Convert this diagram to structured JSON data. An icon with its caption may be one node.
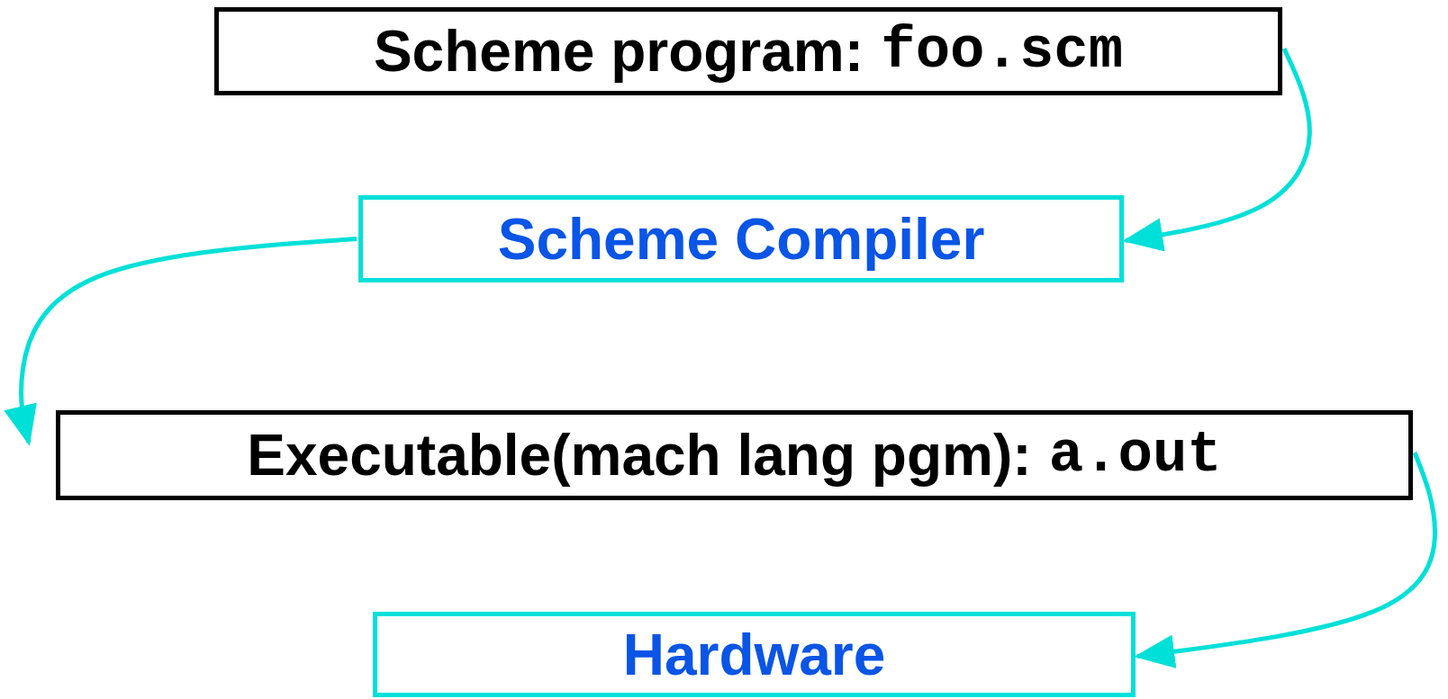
{
  "diagram": {
    "nodes": [
      {
        "text": [
          "Scheme program:",
          "foo.scm"
        ]
      },
      {
        "text": [
          "Scheme Compiler"
        ]
      },
      {
        "text": [
          "Executable(mach lang pgm):",
          "a.out"
        ]
      },
      {
        "text": [
          "Hardware"
        ]
      }
    ],
    "edges": [
      {
        "from": 0,
        "to": 1,
        "arrow": "to"
      },
      {
        "from": 1,
        "to": 2,
        "arrow": "to"
      },
      {
        "from": 2,
        "to": 3,
        "arrow": "to"
      }
    ]
  }
}
